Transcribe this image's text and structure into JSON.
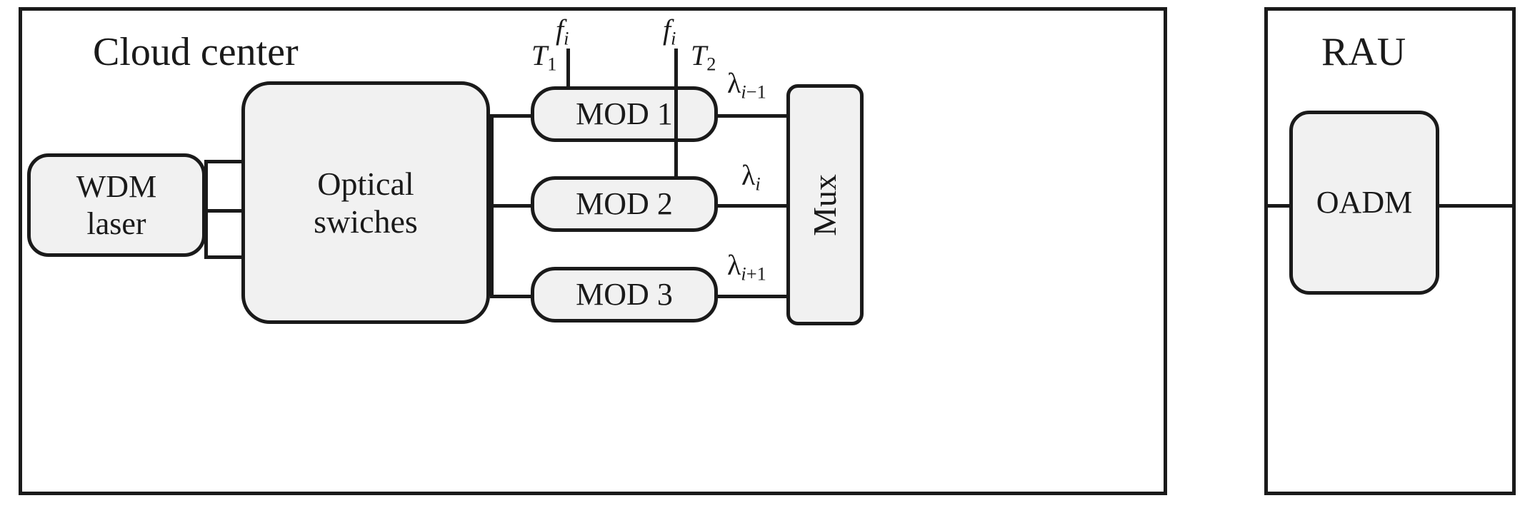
{
  "figure": {
    "type": "block-diagram",
    "description": "Optical access network: cloud center with WDM laser, optical switches, modulators and multiplexer connected to a remote antenna unit (RAU) containing an OADM"
  },
  "panels": [
    {
      "id": "cloud-center",
      "title": "Cloud center"
    },
    {
      "id": "rau",
      "title": "RAU"
    }
  ],
  "blocks": {
    "wdm_laser": "WDM\nlaser",
    "optical_switches": "Optical\nswiches",
    "mod1": "MOD 1",
    "mod2": "MOD 2",
    "mod3": "MOD 3",
    "mux": "Mux",
    "oadm": "OADM"
  },
  "signal_labels": {
    "t1": {
      "base": "T",
      "sub": "1"
    },
    "t2": {
      "base": "T",
      "sub": "2"
    },
    "fi_left": {
      "base": "f",
      "sub": "i"
    },
    "fi_right": {
      "base": "f",
      "sub": "i"
    },
    "lambda_im1": {
      "base": "λ",
      "sub": "i",
      "suffix": "−1"
    },
    "lambda_i": {
      "base": "λ",
      "sub": "i",
      "suffix": ""
    },
    "lambda_ip1": {
      "base": "λ",
      "sub": "i",
      "suffix": "+1"
    }
  },
  "colors": {
    "stroke": "#1a1a1a",
    "block_fill": "#f1f1f1",
    "panel_fill": "#ffffff",
    "page_background": "#ffffff"
  }
}
